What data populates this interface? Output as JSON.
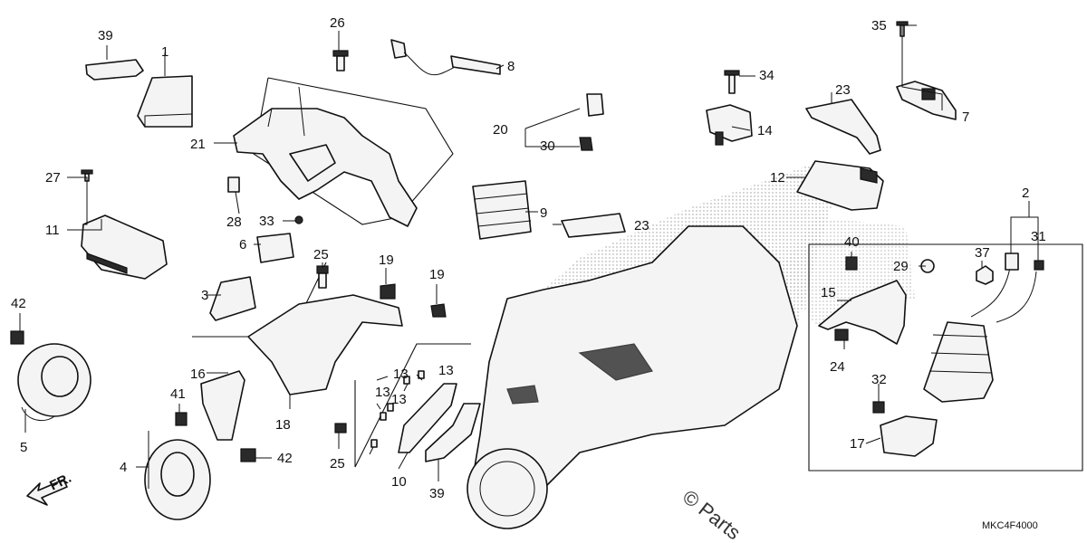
{
  "diagram": {
    "diagram_code": "MKC4F4000",
    "watermark": "© Parts",
    "direction_label": "FR.",
    "callouts": [
      {
        "id": "c39a",
        "text": "39"
      },
      {
        "id": "c1",
        "text": "1"
      },
      {
        "id": "c26",
        "text": "26"
      },
      {
        "id": "c8",
        "text": "8"
      },
      {
        "id": "c34",
        "text": "34"
      },
      {
        "id": "c35",
        "text": "35"
      },
      {
        "id": "c23a",
        "text": "23"
      },
      {
        "id": "c7",
        "text": "7"
      },
      {
        "id": "c20",
        "text": "20"
      },
      {
        "id": "c14",
        "text": "14"
      },
      {
        "id": "c30",
        "text": "30"
      },
      {
        "id": "c21",
        "text": "21"
      },
      {
        "id": "c27",
        "text": "27"
      },
      {
        "id": "c12",
        "text": "12"
      },
      {
        "id": "c9",
        "text": "9"
      },
      {
        "id": "c28",
        "text": "28"
      },
      {
        "id": "c33",
        "text": "33"
      },
      {
        "id": "c23b",
        "text": "23"
      },
      {
        "id": "c2",
        "text": "2"
      },
      {
        "id": "c11",
        "text": "11"
      },
      {
        "id": "c6",
        "text": "6"
      },
      {
        "id": "c25a",
        "text": "25"
      },
      {
        "id": "c19a",
        "text": "19"
      },
      {
        "id": "c19b",
        "text": "19"
      },
      {
        "id": "c40",
        "text": "40"
      },
      {
        "id": "c29",
        "text": "29"
      },
      {
        "id": "c37",
        "text": "37"
      },
      {
        "id": "c31",
        "text": "31"
      },
      {
        "id": "c3",
        "text": "3"
      },
      {
        "id": "c15",
        "text": "15"
      },
      {
        "id": "c42a",
        "text": "42"
      },
      {
        "id": "c13a",
        "text": "13"
      },
      {
        "id": "c13b",
        "text": "13"
      },
      {
        "id": "c13c",
        "text": "13"
      },
      {
        "id": "c13d",
        "text": "13"
      },
      {
        "id": "c16",
        "text": "16"
      },
      {
        "id": "c24",
        "text": "24"
      },
      {
        "id": "c32",
        "text": "32"
      },
      {
        "id": "c41",
        "text": "41"
      },
      {
        "id": "c18",
        "text": "18"
      },
      {
        "id": "c5",
        "text": "5"
      },
      {
        "id": "c17",
        "text": "17"
      },
      {
        "id": "c4",
        "text": "4"
      },
      {
        "id": "c42b",
        "text": "42"
      },
      {
        "id": "c25b",
        "text": "25"
      },
      {
        "id": "c10",
        "text": "10"
      },
      {
        "id": "c39b",
        "text": "39"
      }
    ]
  }
}
